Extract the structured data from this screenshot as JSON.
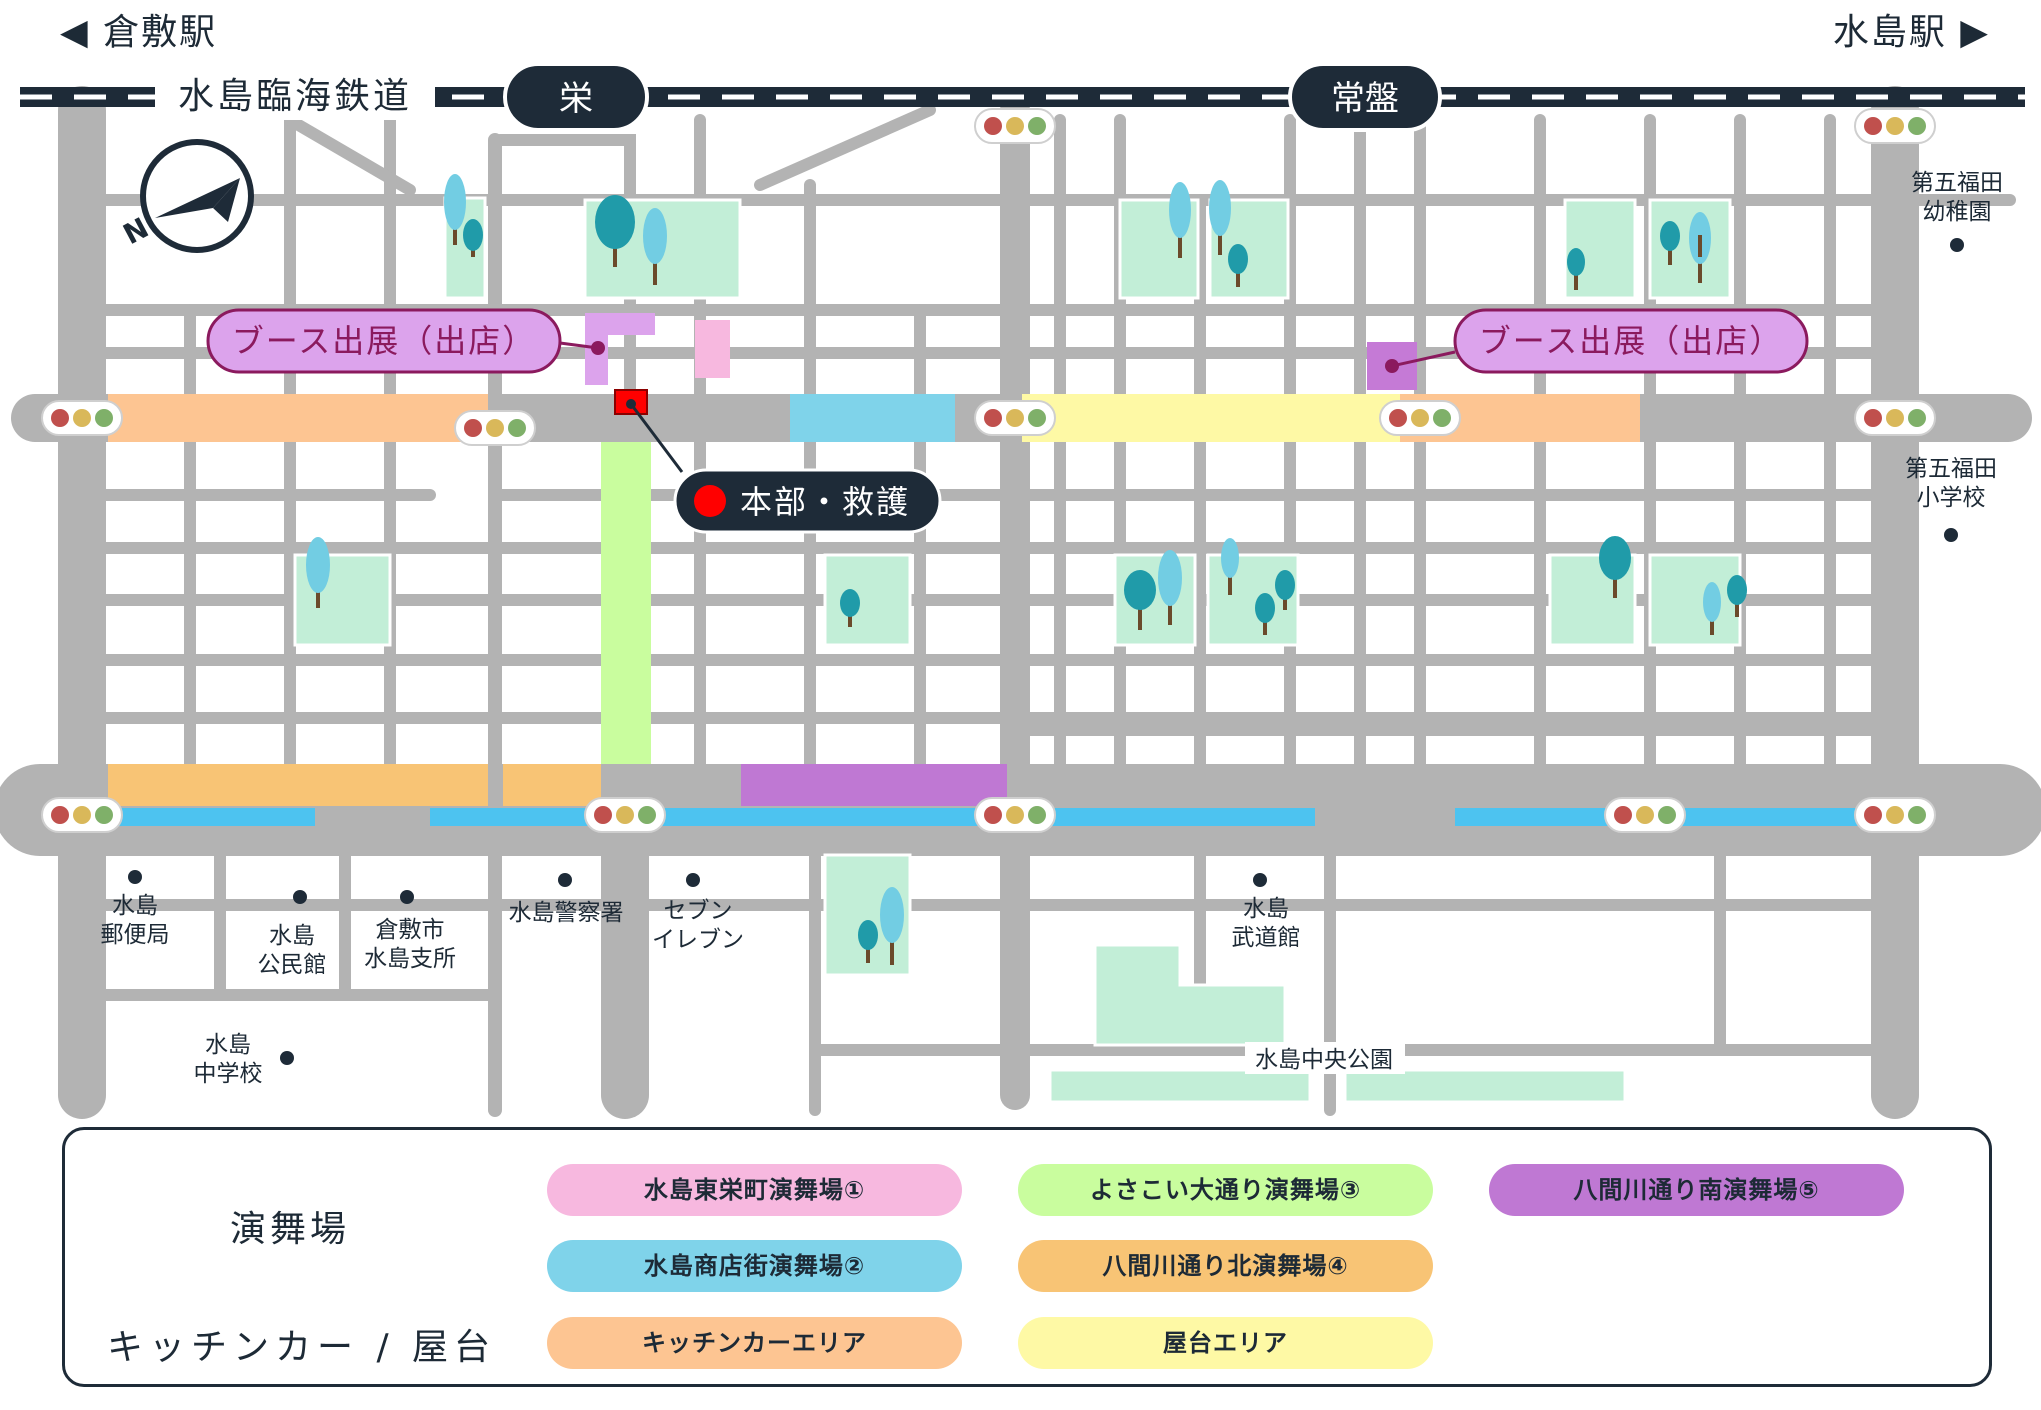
{
  "header": {
    "left_station": "◀ 倉敷駅",
    "right_station": "水島駅 ▶",
    "railway": "水島臨海鉄道",
    "stations": [
      "栄",
      "常盤"
    ]
  },
  "compass": {
    "north": "N"
  },
  "callouts": {
    "booth_left": "ブース出展（出店）",
    "booth_right": "ブース出展（出店）",
    "hq": "本部・救護"
  },
  "places": {
    "kindergarten": [
      "第五福田",
      "幼稚園"
    ],
    "elementary": [
      "第五福田",
      "小学校"
    ],
    "post_office": [
      "水島",
      "郵便局"
    ],
    "community_hall": [
      "水島",
      "公民館"
    ],
    "city_office": [
      "倉敷市",
      "水島支所"
    ],
    "police": "水島警察署",
    "convenience": [
      "セブン",
      "イレブン"
    ],
    "budokan": [
      "水島",
      "武道館"
    ],
    "junior_high": [
      "水島",
      "中学校"
    ],
    "central_park": "水島中央公園"
  },
  "legend": {
    "stage_heading": "演舞場",
    "kitchen_heading": "キッチンカー / 屋台",
    "items": [
      {
        "label": "水島東栄町演舞場①",
        "color": "#f7b8df"
      },
      {
        "label": "よさこい大通り演舞場③",
        "color": "#c9fd9e"
      },
      {
        "label": "八間川通り南演舞場⑤",
        "color": "#bf78d3"
      },
      {
        "label": "水島商店街演舞場②",
        "color": "#7fd3ea"
      },
      {
        "label": "八間川通り北演舞場④",
        "color": "#f8c475"
      },
      {
        "label": "キッチンカーエリア",
        "color": "#fdc592"
      },
      {
        "label": "屋台エリア",
        "color": "#fef9a5"
      }
    ]
  },
  "colors": {
    "road": "#b3b3b3",
    "rail": "#1e2b38",
    "park": "#c2eed7",
    "booth": "#dca3ec",
    "hq_marker": "#ff0000"
  }
}
